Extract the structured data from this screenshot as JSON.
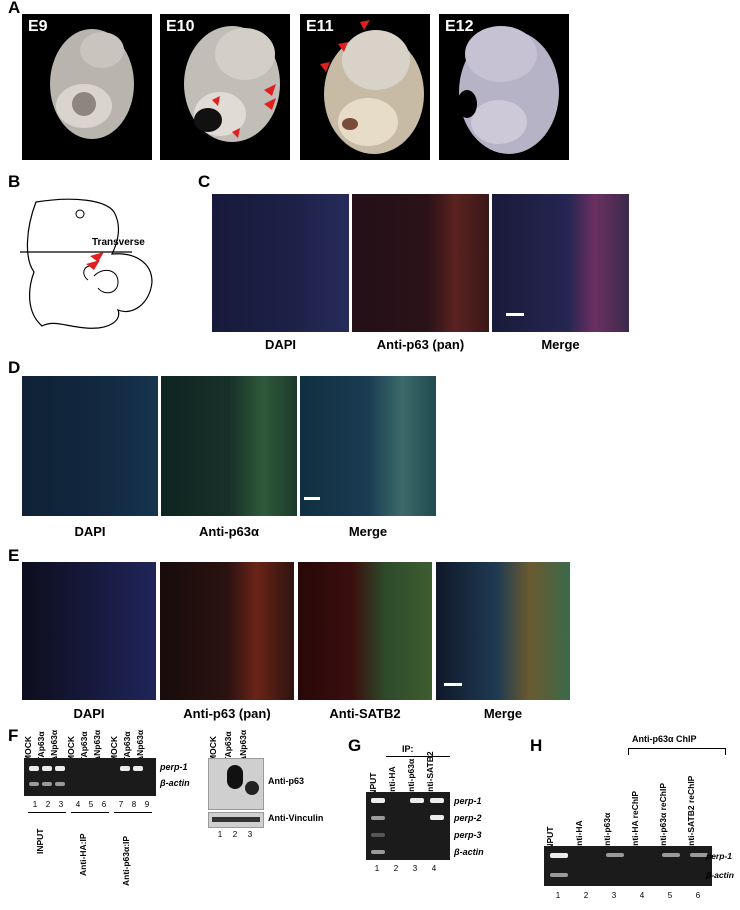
{
  "panels": {
    "A": "A",
    "B": "B",
    "C": "C",
    "D": "D",
    "E": "E",
    "F": "F",
    "G": "G",
    "H": "H"
  },
  "panel_a": {
    "stages": [
      "E9",
      "E10",
      "E11",
      "E12"
    ]
  },
  "panel_b": {
    "plane_label": "Transverse"
  },
  "panel_c": {
    "captions": [
      "DAPI",
      "Anti-p63 (pan)",
      "Merge"
    ]
  },
  "panel_d": {
    "captions": [
      "DAPI",
      "Anti-p63α",
      "Merge"
    ]
  },
  "panel_e": {
    "captions": [
      "DAPI",
      "Anti-p63 (pan)",
      "Anti-SATB2",
      "Merge"
    ]
  },
  "panel_f": {
    "lane_headers": [
      "MOCK",
      "TAp63α",
      "ΔNp63α",
      "MOCK",
      "TAp63α",
      "ΔNp63α",
      "MOCK",
      "TAp63α",
      "ΔNp63α"
    ],
    "row_labels": [
      "perp-1",
      "β-actin"
    ],
    "lane_numbers": [
      "1",
      "2",
      "3",
      "4",
      "5",
      "6",
      "7",
      "8",
      "9"
    ],
    "group_labels": [
      "INPUT",
      "Anti-HA:IP",
      "Anti-p63α:IP"
    ],
    "western_headers": [
      "MOCK",
      "TAp63α",
      "ΔNp63α"
    ],
    "western_rows": [
      "Anti-p63",
      "Anti-Vinculin"
    ],
    "western_lanes": [
      "1",
      "2",
      "3"
    ]
  },
  "panel_g": {
    "ip_label": "IP:",
    "lane_headers": [
      "INPUT",
      "Anti-HA",
      "Anti-p63α",
      "Anti-SATB2"
    ],
    "row_labels": [
      "perp-1",
      "perp-2",
      "perp-3",
      "β-actin"
    ],
    "lane_numbers": [
      "1",
      "2",
      "3",
      "4"
    ]
  },
  "panel_h": {
    "bracket_label": "Anti-p63α ChIP",
    "lane_headers": [
      "INPUT",
      "Anti-HA",
      "Anti-p63α",
      "Anti-HA reChIP",
      "Anti-p63α reChIP",
      "Anti-SATB2 reChIP"
    ],
    "row_labels": [
      "perp-1",
      "β-actin"
    ],
    "lane_numbers": [
      "1",
      "2",
      "3",
      "4",
      "5",
      "6"
    ]
  }
}
